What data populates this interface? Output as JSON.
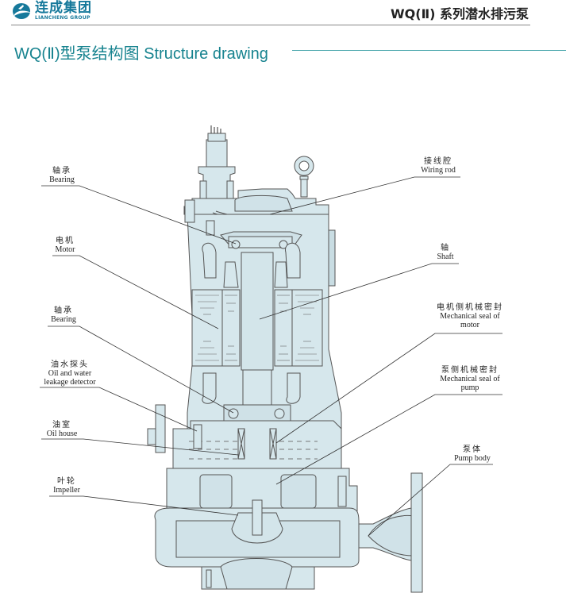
{
  "header": {
    "logo_cn": "连成集团",
    "logo_en": "LIANCHENG GROUP",
    "series_title": "WQ(Ⅱ) 系列潜水排污泵"
  },
  "section": {
    "title": "WQ(Ⅱ)型泵结构图 Structure drawing"
  },
  "colors": {
    "brand": "#16799b",
    "section_title": "#17838f",
    "pump_fill": "#d6e7ec",
    "outline": "#555555"
  },
  "labels": {
    "left": [
      {
        "cn": "轴承",
        "en": "Bearing"
      },
      {
        "cn": "电机",
        "en": "Motor"
      },
      {
        "cn": "轴承",
        "en": "Bearing"
      },
      {
        "cn": "油水探头",
        "en": "Oil and water leakage detector"
      },
      {
        "cn": "油室",
        "en": "Oil house"
      },
      {
        "cn": "叶轮",
        "en": "Impeller"
      }
    ],
    "right": [
      {
        "cn": "接线腔",
        "en": "Wiring rod"
      },
      {
        "cn": "轴",
        "en": "Shaft"
      },
      {
        "cn": "电机侧机械密封",
        "en": "Mechanical seal of motor"
      },
      {
        "cn": "泵侧机械密封",
        "en": "Mechanical seal of pump"
      },
      {
        "cn": "泵体",
        "en": "Pump body"
      }
    ]
  }
}
